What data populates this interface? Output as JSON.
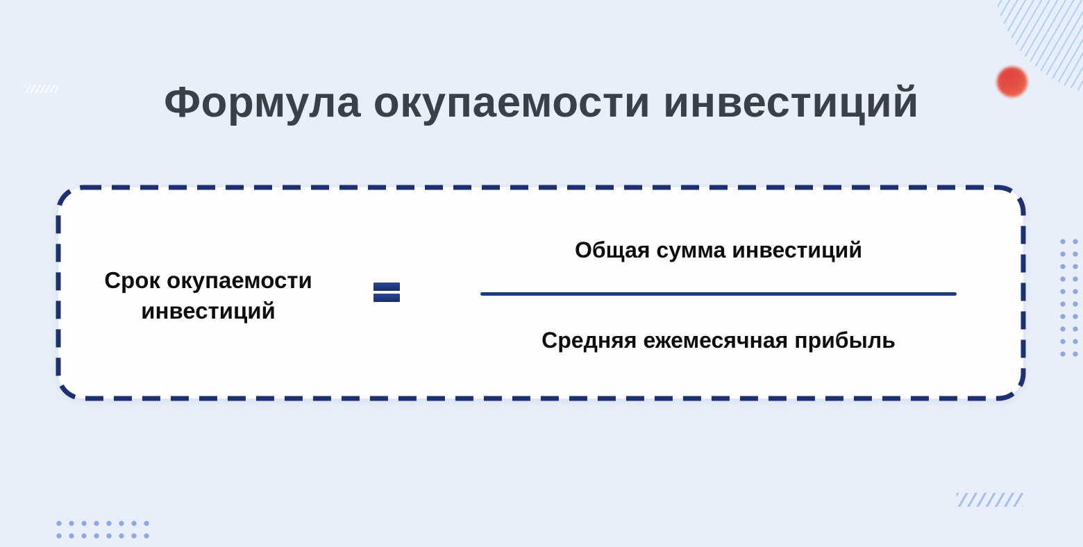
{
  "slide": {
    "title": "Формула окупаемости инвестиций"
  },
  "formula": {
    "result_lines": [
      "Срок окупаемости",
      "инвестиций"
    ],
    "equals_sign": "=",
    "numerator": "Общая сумма инвестиций",
    "denominator": "Средняя ежемесячная прибыль"
  },
  "colors": {
    "background": "#e9effa",
    "card_background": "#fefeff",
    "dashed_border": "#1e3070",
    "fraction_line": "#1c3c7e",
    "equals_top": "#27459a",
    "equals_bottom": "#1a2d66",
    "title_text": "#3b3f47",
    "formula_text": "#0c0d0e",
    "accent_dot_red": "#e04440",
    "accent_dot_orange": "#ee7c52",
    "stripe_blue": "#aed0f5",
    "dot_grid_blue": "#8fa7e0",
    "hatch_blue": "#a3bfec",
    "hatch_white": "#fafcff"
  },
  "decor": {
    "corner_stripes": "diagonal-stripes-circle-top-right",
    "accent_dot": "red-gradient-dot",
    "dot_grid_right": "2x10-dot-grid",
    "dot_grid_bottom_left": "8x2-dot-grid",
    "hatch_bottom_right": "8-diagonal-slashes",
    "hatch_left": "8-diagonal-slashes-white"
  }
}
